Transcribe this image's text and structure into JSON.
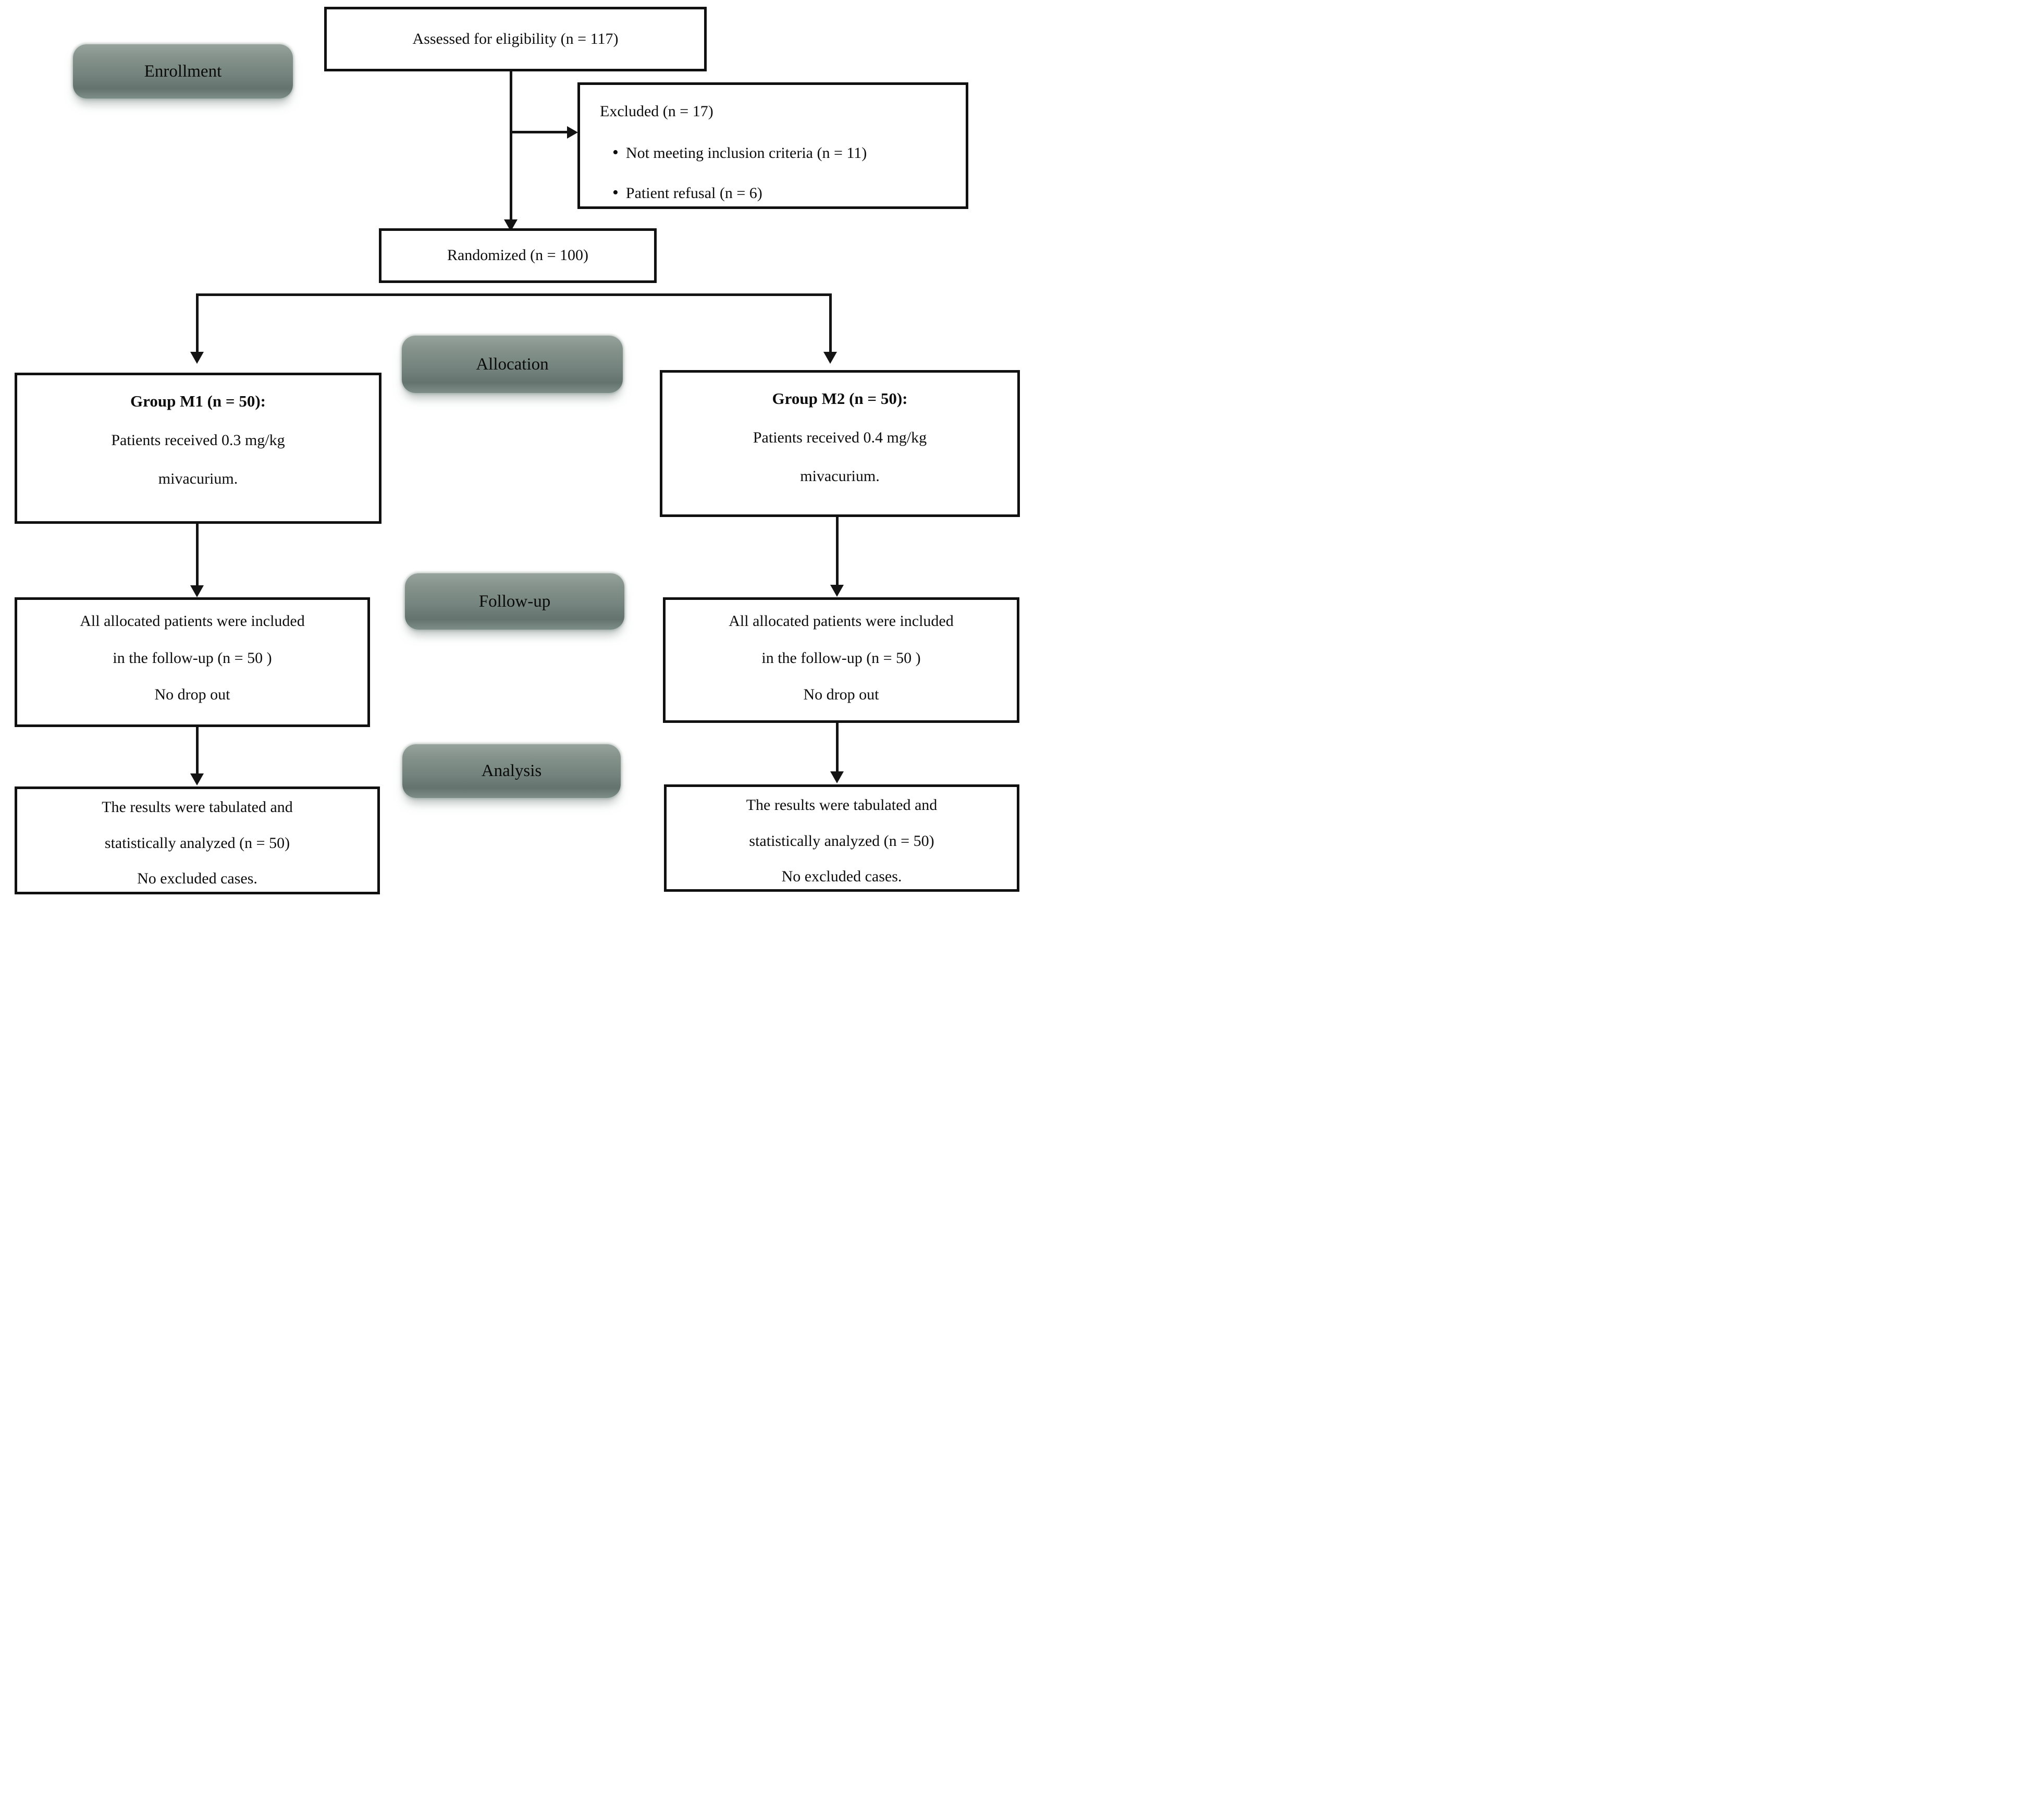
{
  "diagram": {
    "stages": {
      "enrollment": "Enrollment",
      "allocation": "Allocation",
      "followup": "Follow-up",
      "analysis": "Analysis"
    },
    "boxes": {
      "assessed": {
        "text": "Assessed for eligibility (n = 117)"
      },
      "excluded": {
        "title": "Excluded (n = 17)",
        "bullet_glyph": "•",
        "bullets": [
          "Not meeting inclusion criteria (n = 11)",
          "Patient refusal (n = 6)"
        ]
      },
      "randomized": {
        "text": "Randomized (n = 100)"
      },
      "group_m1": {
        "title": "Group M1 (n = 50):",
        "lines": [
          "Patients received 0.3 mg/kg",
          "mivacurium."
        ]
      },
      "group_m2": {
        "title": "Group M2 (n = 50):",
        "lines": [
          "Patients received 0.4 mg/kg",
          "mivacurium."
        ]
      },
      "followup_m1": {
        "lines": [
          "All allocated patients were included",
          "in the follow-up (n = 50 )",
          "No drop out"
        ]
      },
      "followup_m2": {
        "lines": [
          "All allocated patients were included",
          "in the follow-up (n = 50 )",
          "No drop out"
        ]
      },
      "analysis_m1": {
        "lines": [
          "The results were tabulated and",
          "statistically analyzed (n = 50)",
          "No excluded cases."
        ]
      },
      "analysis_m2": {
        "lines": [
          "The results were tabulated and",
          "statistically analyzed (n = 50)",
          "No excluded cases."
        ]
      }
    },
    "colors": {
      "pill_fill": "#75847e",
      "box_border": "#101010",
      "line": "#141414",
      "background": "#ffffff",
      "text": "#0d0d0d"
    }
  }
}
